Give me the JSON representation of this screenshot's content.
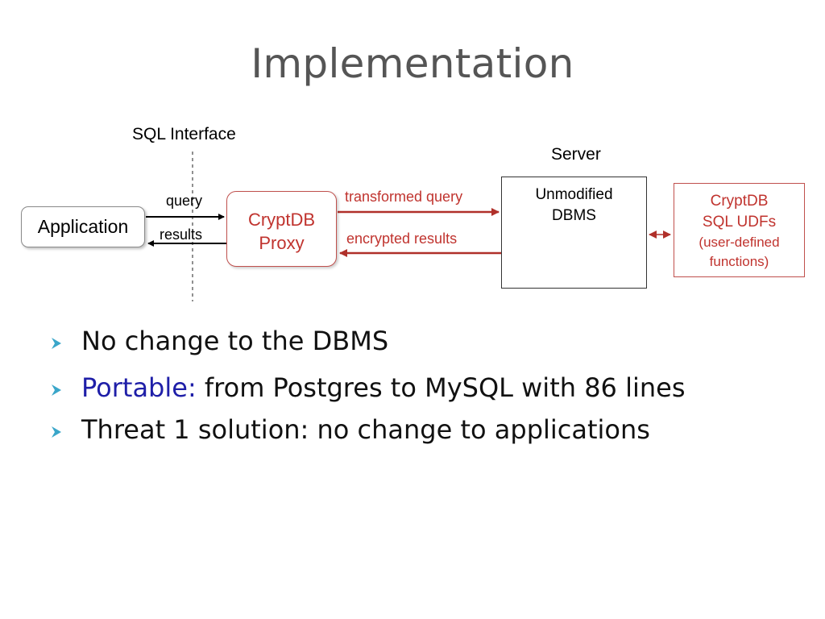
{
  "title": "Implementation",
  "diagram": {
    "sql_interface_label": "SQL Interface",
    "server_label": "Server",
    "application_label": "Application",
    "query_label": "query",
    "results_label": "results",
    "proxy_line1": "CryptDB",
    "proxy_line2": "Proxy",
    "transformed_query_label": "transformed query",
    "encrypted_results_label": "encrypted results",
    "dbms_line1": "Unmodified",
    "dbms_line2": "DBMS",
    "udf_line1": "CryptDB",
    "udf_line2": "SQL UDFs",
    "udf_line3": "(user-defined",
    "udf_line4": "functions)"
  },
  "bullets": {
    "b1": "No change to the DBMS",
    "b2_highlight": "Portable:",
    "b2_rest": " from Postgres to MySQL with 86 lines",
    "b3": "Threat 1 solution: no change to applications"
  },
  "colors": {
    "title": "#555555",
    "red_accent": "#c0332e",
    "highlight_blue": "#1f1fa8",
    "bullet_arrow": "#3aa6c9"
  }
}
